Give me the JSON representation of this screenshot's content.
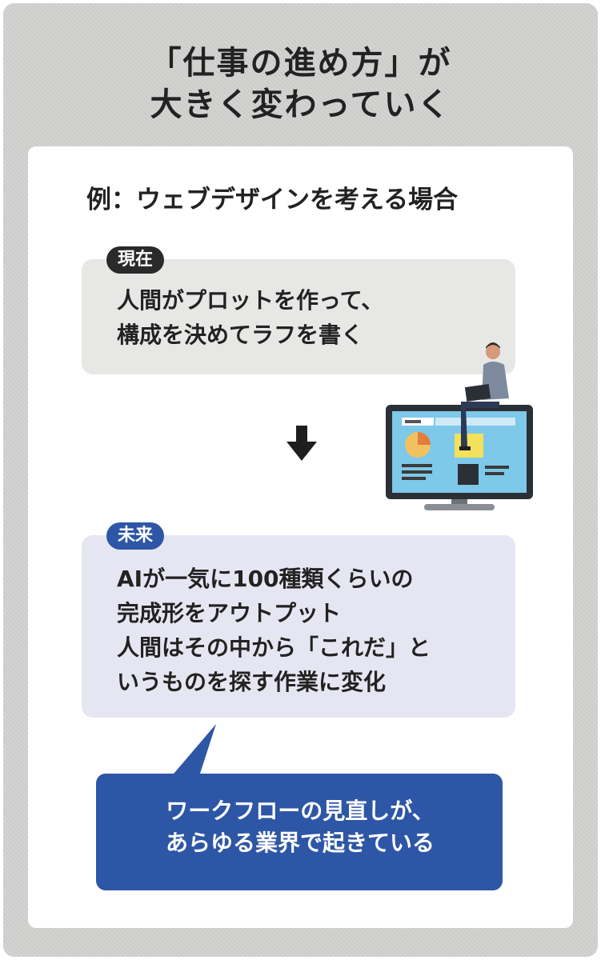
{
  "title": {
    "line1": "「仕事の進め方」が",
    "line2": "大きく変わっていく"
  },
  "example_heading": "例：ウェブデザインを考える場合",
  "present": {
    "badge": "現在",
    "lines": [
      "人間がプロットを作って、",
      "構成を決めてラフを書く"
    ]
  },
  "future": {
    "badge": "未来",
    "lines": [
      "AIが一気に100種類くらいの",
      "完成形をアウトプット",
      "人間はその中から「これだ」と",
      "いうものを探す作業に変化"
    ]
  },
  "callout": {
    "lines": [
      "ワークフローの見直しが、",
      "あらゆる業界で起きている"
    ]
  },
  "colors": {
    "background": "#d2d2d1",
    "card": "#ffffff",
    "present_box": "#e7e7e6",
    "future_box": "#e6e6f3",
    "present_badge": "#2a2a2a",
    "future_badge": "#2e56a6",
    "callout": "#2e56a6"
  },
  "icons": {
    "arrow": "down-arrow-icon",
    "illustration": "person-on-monitor-illustration"
  }
}
